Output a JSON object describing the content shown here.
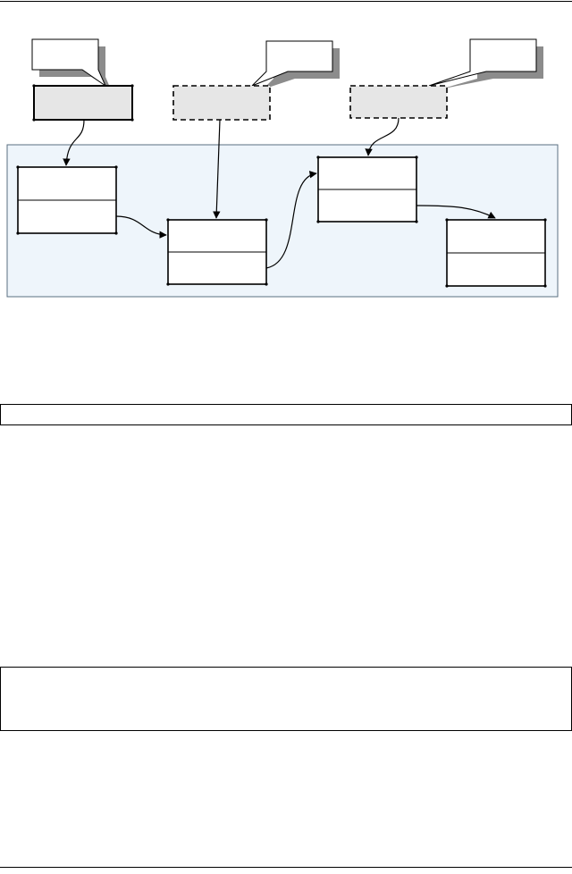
{
  "colors": {
    "line": "#000000",
    "region_fill": "#eef5fb",
    "region_border": "#5a6f80",
    "pointer_fill": "#e6e6e6",
    "callout_shadow": "#8c8c8c",
    "page_bg": "#ffffff"
  },
  "diagram": {
    "callouts": [
      {
        "label": "",
        "style": "speech-bubble"
      },
      {
        "label": "",
        "style": "speech-bubble"
      },
      {
        "label": "",
        "style": "speech-bubble"
      }
    ],
    "pointers": [
      {
        "label": "",
        "border": "solid"
      },
      {
        "label": "",
        "border": "dashed"
      },
      {
        "label": "",
        "border": "dashed"
      }
    ],
    "nodes": [
      {
        "data": "",
        "next": ""
      },
      {
        "data": "",
        "next": ""
      },
      {
        "data": "",
        "next": ""
      },
      {
        "data": "",
        "next": ""
      }
    ]
  },
  "frames": [
    {
      "text": ""
    },
    {
      "text": ""
    }
  ]
}
